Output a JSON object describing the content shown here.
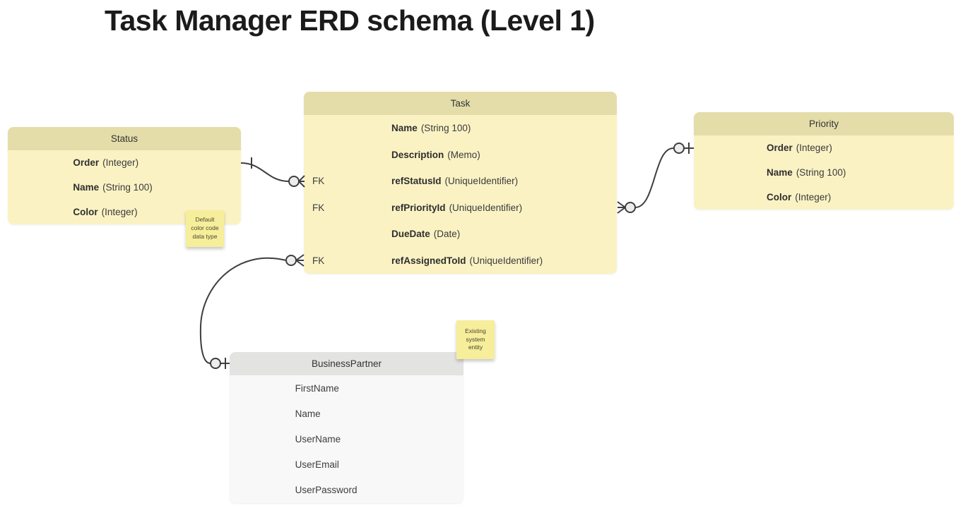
{
  "title": "Task Manager ERD schema (Level 1)",
  "colors": {
    "background": "#ffffff",
    "entity_header_yellow": "#e4ddaa",
    "entity_body_yellow": "#fbf2c4",
    "entity_header_gray": "#e3e3e2",
    "entity_body_gray": "#f8f8f8",
    "sticky_note": "#f6ee9a",
    "connector": "#3e3e3e",
    "text": "#333333"
  },
  "entities": {
    "status": {
      "title": "Status",
      "fields": [
        {
          "key": "",
          "name": "Order",
          "type": "(Integer)"
        },
        {
          "key": "",
          "name": "Name",
          "type": "(String 100)"
        },
        {
          "key": "",
          "name": "Color",
          "type": "(Integer)"
        }
      ]
    },
    "task": {
      "title": "Task",
      "fields": [
        {
          "key": "",
          "name": "Name",
          "type": "(String 100)"
        },
        {
          "key": "",
          "name": "Description",
          "type": "(Memo)"
        },
        {
          "key": "FK",
          "name": "refStatusId",
          "type": "(UniqueIdentifier)"
        },
        {
          "key": "FK",
          "name": "refPriorityId",
          "type": "(UniqueIdentifier)"
        },
        {
          "key": "",
          "name": "DueDate",
          "type": "(Date)"
        },
        {
          "key": "FK",
          "name": "refAssignedToId",
          "type": "(UniqueIdentifier)"
        }
      ]
    },
    "priority": {
      "title": "Priority",
      "fields": [
        {
          "key": "",
          "name": "Order",
          "type": "(Integer)"
        },
        {
          "key": "",
          "name": "Name",
          "type": "(String 100)"
        },
        {
          "key": "",
          "name": "Color",
          "type": "(Integer)"
        }
      ]
    },
    "business_partner": {
      "title": "BusinessPartner",
      "fields": [
        {
          "name": "FirstName"
        },
        {
          "name": "Name"
        },
        {
          "name": "UserName"
        },
        {
          "name": "UserEmail"
        },
        {
          "name": "UserPassword"
        }
      ]
    }
  },
  "notes": {
    "default_color_code": {
      "text": "Default\ncolor code\ndata type"
    },
    "existing_system": {
      "text": "Existing\nsystem\nentity"
    }
  },
  "relationships": [
    {
      "from": "Status",
      "to": "Task",
      "from_cardinality": "one",
      "to_cardinality": "zero-or-many",
      "attached_at": "refStatusId"
    },
    {
      "from": "Priority",
      "to": "Task",
      "from_cardinality": "zero-or-one",
      "to_cardinality": "zero-or-many",
      "attached_at": "refPriorityId"
    },
    {
      "from": "BusinessPartner",
      "to": "Task",
      "from_cardinality": "zero-or-one",
      "to_cardinality": "zero-or-many",
      "attached_at": "refAssignedToId"
    }
  ]
}
